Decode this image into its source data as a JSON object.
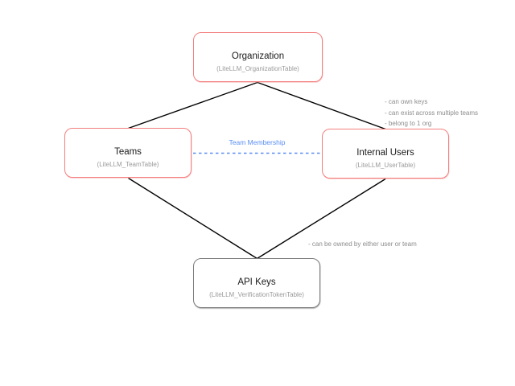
{
  "nodes": [
    {
      "id": "organization",
      "title": "Organization",
      "subtitle": "(LiteLLM_OrganizationTable)",
      "border_color": "#f47f7f"
    },
    {
      "id": "teams",
      "title": "Teams",
      "subtitle": "(LiteLLM_TeamTable)",
      "border_color": "#f47f7f"
    },
    {
      "id": "internal_users",
      "title": "Internal Users",
      "subtitle": "(LiteLLM_UserTable)",
      "border_color": "#f47f7f"
    },
    {
      "id": "api_keys",
      "title": "API Keys",
      "subtitle": "(LiteLLM_VerificationTokenTable)",
      "border_color": "#7d7d7d"
    }
  ],
  "edge_labels": {
    "team_membership": "Team Membership"
  },
  "annotations": {
    "internal_users_notes": [
      "- can own keys",
      "- can exist across multiple teams",
      "- belong to 1 org"
    ],
    "api_keys_note": "- can be owned by either user or team"
  },
  "colors": {
    "node_border_red": "#f47f7f",
    "node_border_gray": "#7d7d7d",
    "edge_black": "#000000",
    "team_membership_blue": "#588df2",
    "annotation_gray": "#8c8c8c",
    "subtitle_gray": "#9a9a9a",
    "background": "#ffffff"
  }
}
